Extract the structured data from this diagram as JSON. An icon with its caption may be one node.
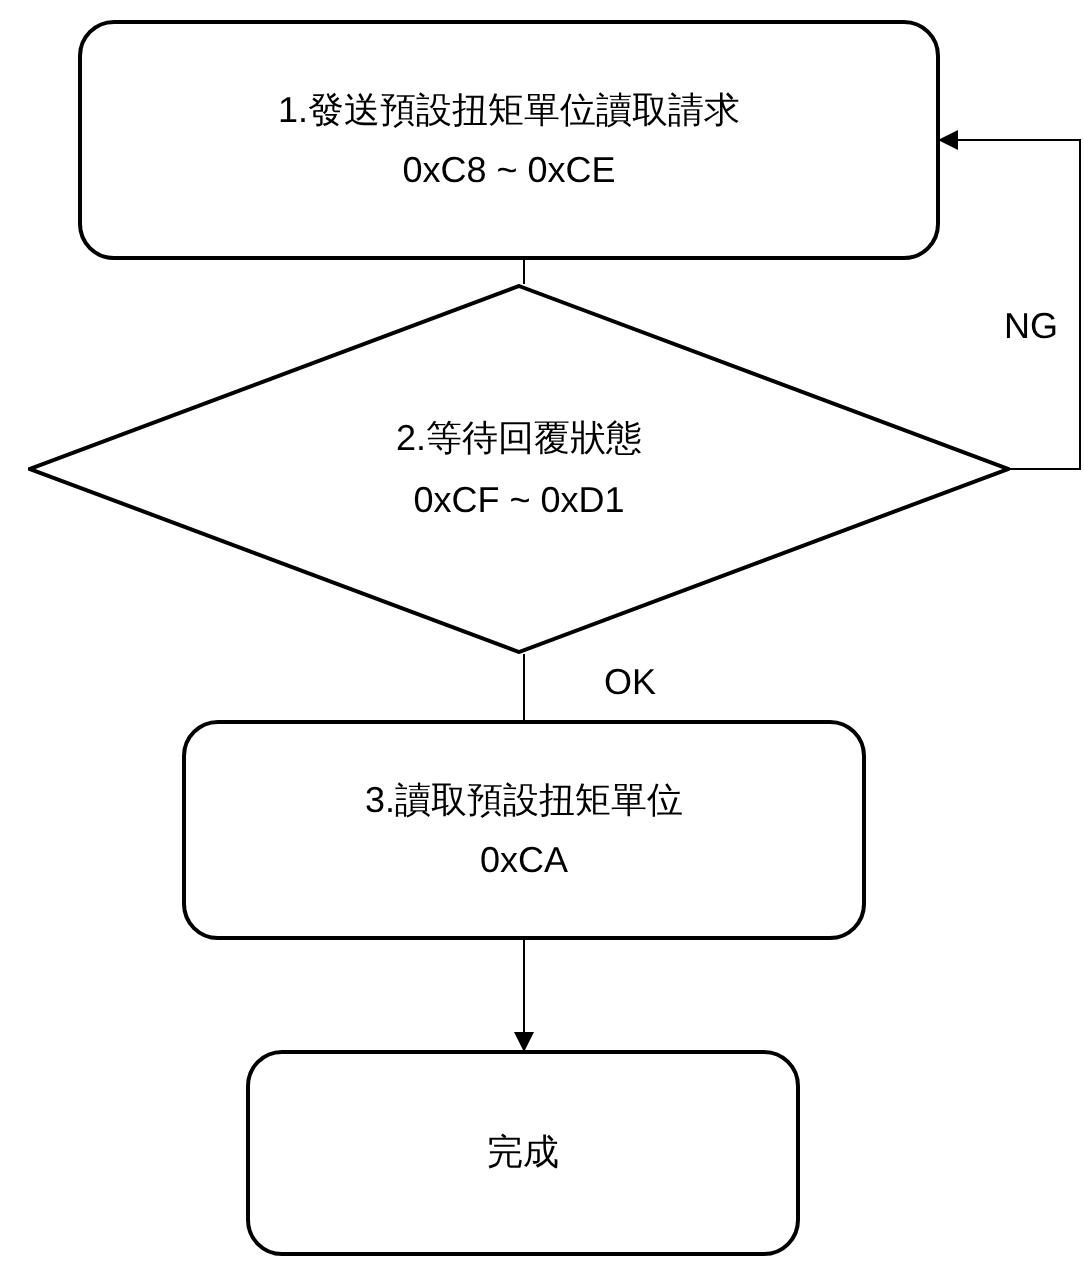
{
  "diagram": {
    "nodes": [
      {
        "text": [
          "1.發送預設扭矩單位讀取請求",
          "0xC8 ~ 0xCE"
        ]
      },
      {
        "text": [
          "2.等待回覆狀態",
          "0xCF ~ 0xD1"
        ]
      },
      {
        "text": [
          "3.讀取預設扭矩單位",
          "0xCA"
        ]
      },
      {
        "text": [
          "完成"
        ]
      }
    ],
    "edges": [
      {
        "from": 0,
        "to": 1,
        "arrow": "none"
      },
      {
        "from": 1,
        "to": 2,
        "arrow": "none",
        "label": "OK"
      },
      {
        "from": 2,
        "to": 3,
        "arrow": "to"
      },
      {
        "from": 1,
        "to": 0,
        "arrow": "to",
        "label": "NG"
      }
    ]
  }
}
